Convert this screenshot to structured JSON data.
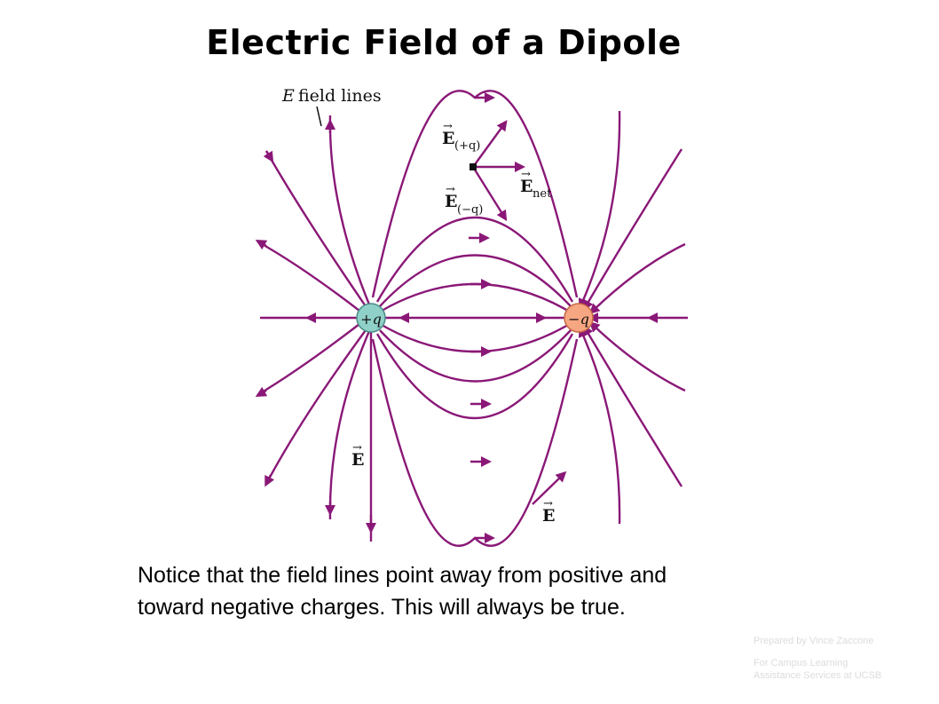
{
  "title": "Electric Field of a Dipole",
  "labels": {
    "field_lines_e": "E",
    "field_lines_text": "field lines",
    "pos_charge": "+q",
    "neg_charge": "−q",
    "e_letter": "E",
    "e_pos_sub": "(+q)",
    "e_neg_sub": "(−q)",
    "e_net_sub": "net",
    "vector_arrow": "→"
  },
  "caption_line1": "Notice that the field lines point away from positive and",
  "caption_line2": "toward negative charges.  This will always be true.",
  "credit_line1": "Prepared by Vince Zaccone",
  "credit_line2": "For Campus Learning",
  "credit_line3": "Assistance Services at UCSB",
  "colors": {
    "field_line": "#8a1877",
    "positive_charge": "#8fd0c8",
    "negative_charge": "#f7a682"
  }
}
